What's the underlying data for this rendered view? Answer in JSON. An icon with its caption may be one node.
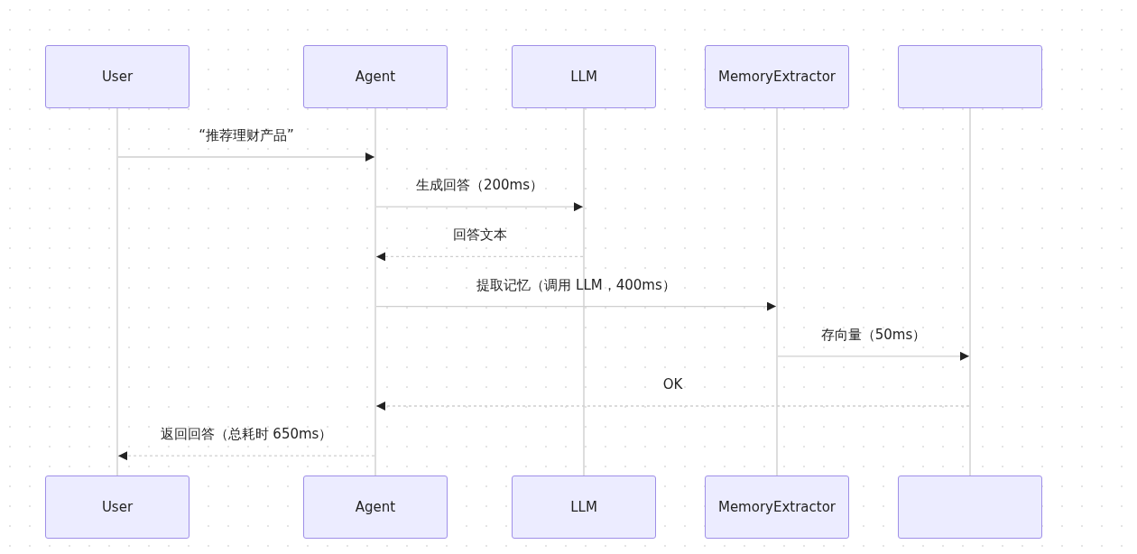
{
  "diagram": {
    "nodes": [
      {
        "text": [
          "User"
        ]
      },
      {
        "text": [
          "Agent"
        ]
      },
      {
        "text": [
          "LLM"
        ]
      },
      {
        "text": [
          "MemoryExtractor"
        ]
      },
      {
        "text": [],
        "shape": "box"
      },
      {
        "text": [],
        "shape": "bar"
      },
      {
        "text": [],
        "shape": "bar"
      },
      {
        "text": [],
        "shape": "bar"
      },
      {
        "text": [],
        "shape": "bar"
      },
      {
        "text": [],
        "shape": "bar"
      },
      {
        "text": [
          "User"
        ]
      },
      {
        "text": [
          "Agent"
        ]
      },
      {
        "text": [
          "LLM"
        ]
      },
      {
        "text": [
          "MemoryExtractor"
        ]
      },
      {
        "text": [],
        "shape": "box"
      }
    ],
    "edges": [
      {
        "from": 5,
        "to": 6,
        "arrow": "to",
        "label": "“推荐理财产品”"
      },
      {
        "from": 6,
        "to": 7,
        "arrow": "to",
        "label": "生成回答（200ms）"
      },
      {
        "from": 7,
        "to": 6,
        "arrow": "to",
        "label": "回答文本",
        "style": "dashed"
      },
      {
        "from": 6,
        "to": 8,
        "arrow": "to",
        "label": "提取记忆（调用 LLM，400ms）"
      },
      {
        "from": 8,
        "to": 9,
        "arrow": "to",
        "label": "存向量（50ms）"
      },
      {
        "from": 9,
        "to": 6,
        "arrow": "to",
        "label": "OK",
        "style": "dashed"
      },
      {
        "from": 6,
        "to": 5,
        "arrow": "to",
        "label": "返回回答（总耗时 650ms）",
        "style": "dashed"
      }
    ]
  }
}
